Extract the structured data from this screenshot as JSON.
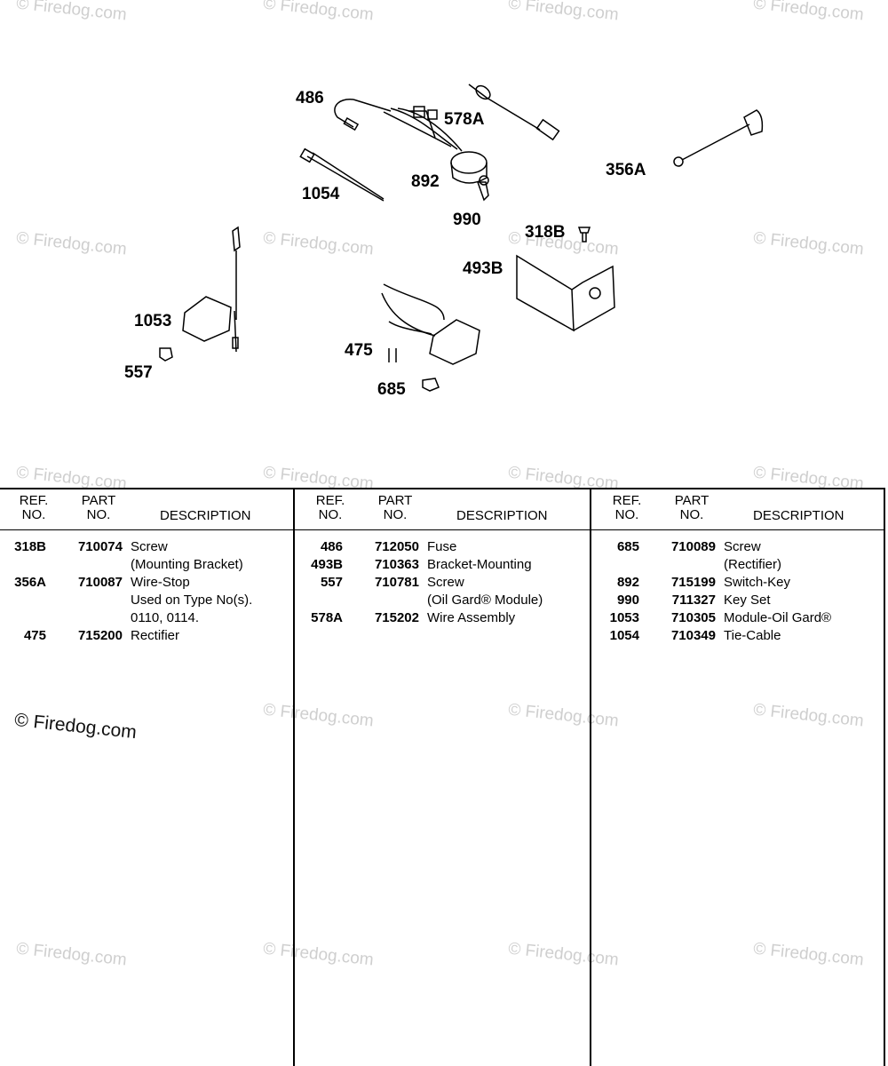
{
  "watermark": "© Firedog.com",
  "callouts": [
    "486",
    "578A",
    "1054",
    "892",
    "990",
    "356A",
    "318B",
    "493B",
    "1053",
    "557",
    "475",
    "685"
  ],
  "table": {
    "headers": {
      "ref": "REF.\nNO.",
      "part": "PART\nNO.",
      "desc": "DESCRIPTION"
    },
    "columns": [
      [
        {
          "ref": "318B",
          "part": "710074",
          "desc": [
            "Screw",
            "(Mounting Bracket)"
          ]
        },
        {
          "ref": "356A",
          "part": "710087",
          "desc": [
            "Wire-Stop",
            "Used on Type No(s).",
            "0110, 0114."
          ]
        },
        {
          "ref": "475",
          "part": "715200",
          "desc": [
            "Rectifier"
          ]
        }
      ],
      [
        {
          "ref": "486",
          "part": "712050",
          "desc": [
            "Fuse"
          ]
        },
        {
          "ref": "493B",
          "part": "710363",
          "desc": [
            "Bracket-Mounting"
          ]
        },
        {
          "ref": "557",
          "part": "710781",
          "desc": [
            "Screw",
            "(Oil Gard® Module)"
          ]
        },
        {
          "ref": "578A",
          "part": "715202",
          "desc": [
            "Wire Assembly"
          ]
        }
      ],
      [
        {
          "ref": "685",
          "part": "710089",
          "desc": [
            "Screw",
            "(Rectifier)"
          ]
        },
        {
          "ref": "892",
          "part": "715199",
          "desc": [
            "Switch-Key"
          ]
        },
        {
          "ref": "990",
          "part": "711327",
          "desc": [
            "Key Set"
          ]
        },
        {
          "ref": "1053",
          "part": "710305",
          "desc": [
            "Module-Oil Gard®"
          ]
        },
        {
          "ref": "1054",
          "part": "710349",
          "desc": [
            "Tie-Cable"
          ]
        }
      ]
    ]
  }
}
